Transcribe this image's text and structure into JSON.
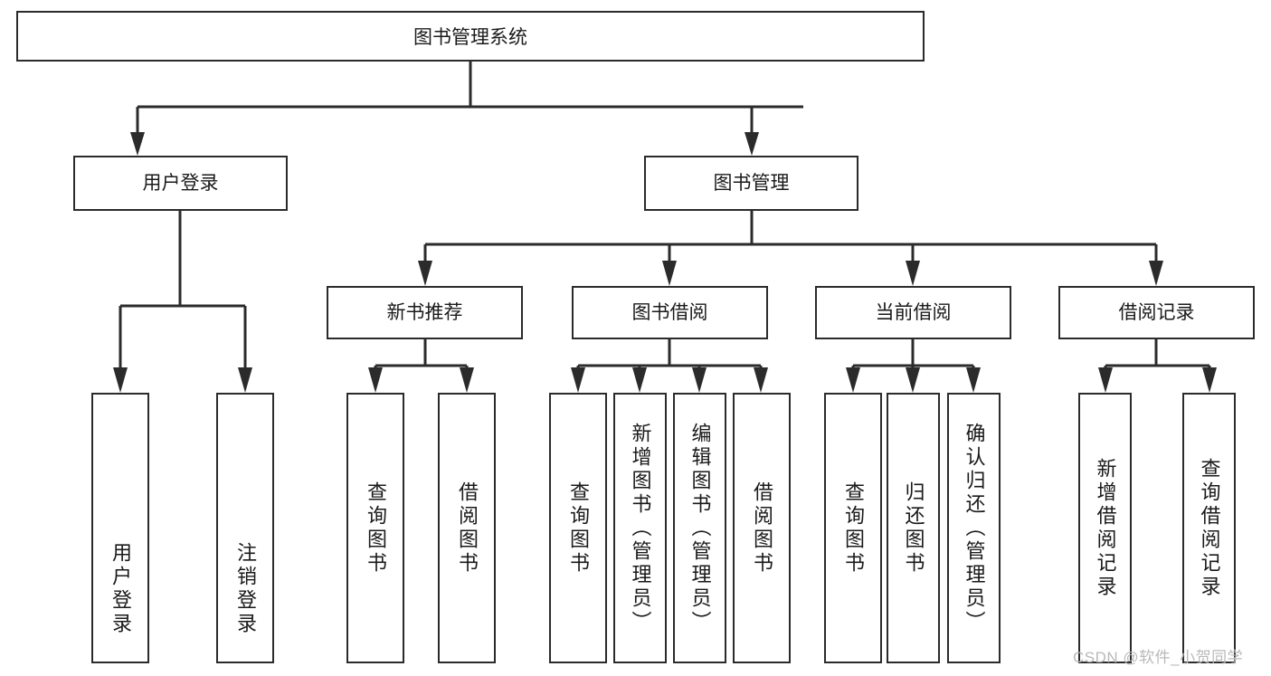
{
  "diagram": {
    "type": "tree-hierarchy",
    "title": "图书管理系统",
    "watermark": "CSDN @软件_小贺同学",
    "colors": {
      "box_border": "#2b2b2b",
      "box_fill": "#ffffff",
      "connector": "#2b2b2b",
      "text": "#1a1a1a",
      "watermark": "#b9b9b9",
      "background": "#ffffff"
    },
    "root": {
      "label": "图书管理系统"
    },
    "level2": [
      {
        "label": "用户登录"
      },
      {
        "label": "图书管理"
      }
    ],
    "level3": [
      {
        "label": "新书推荐"
      },
      {
        "label": "图书借阅"
      },
      {
        "label": "当前借阅"
      },
      {
        "label": "借阅记录"
      }
    ],
    "leaves": {
      "user_login": [
        {
          "label": "用户登录"
        },
        {
          "label": "注销登录"
        }
      ],
      "new_book_recommend": [
        {
          "label": "查询图书"
        },
        {
          "label": "借阅图书"
        }
      ],
      "book_borrow": [
        {
          "label": "查询图书"
        },
        {
          "label": "新增图书（管理员）"
        },
        {
          "label": "编辑图书（管理员）"
        },
        {
          "label": "借阅图书"
        }
      ],
      "current_borrow": [
        {
          "label": "查询图书"
        },
        {
          "label": "归还图书"
        },
        {
          "label": "确认归还（管理员）"
        }
      ],
      "borrow_record": [
        {
          "label": "新增借阅记录"
        },
        {
          "label": "查询借阅记录"
        }
      ]
    }
  }
}
